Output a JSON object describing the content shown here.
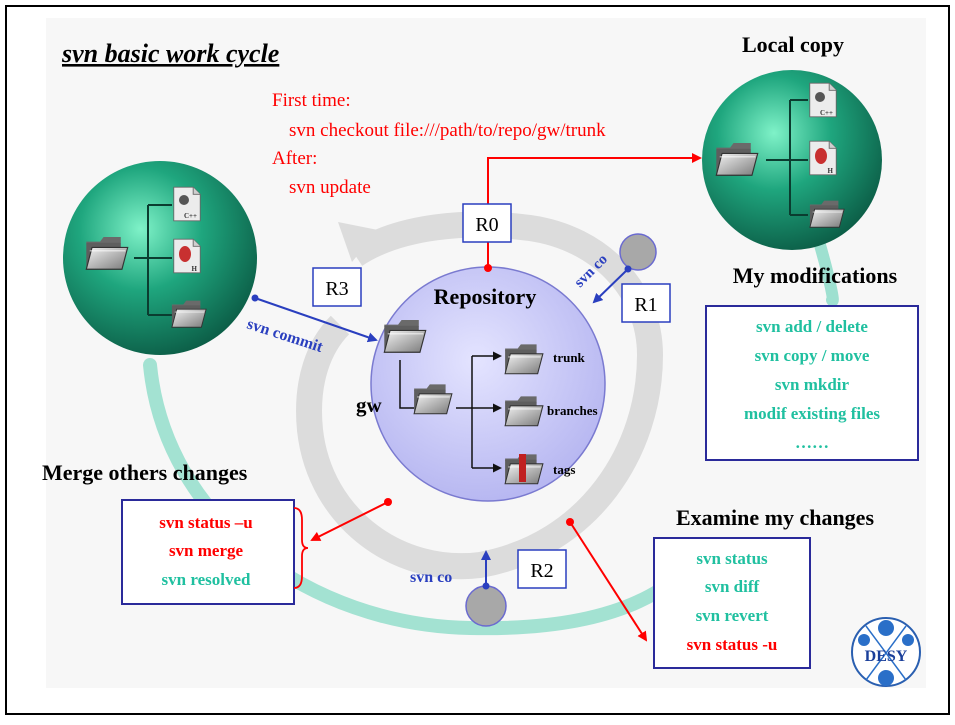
{
  "title": "svn basic work cycle",
  "checkout_note": {
    "line1": "First time:",
    "line2": "svn checkout file:///path/to/repo/gw/trunk",
    "line3": "After:",
    "line4": "svn update"
  },
  "local_copy_label": "Local copy",
  "modifications": {
    "heading": "My modifications",
    "items": [
      "svn add / delete",
      "svn copy / move",
      "svn mkdir",
      "modif existing files",
      "……"
    ]
  },
  "examine": {
    "heading": "Examine my changes",
    "items": [
      "svn status",
      "svn diff",
      "svn revert",
      "svn status -u"
    ]
  },
  "merge": {
    "heading": "Merge others changes",
    "items": [
      "svn status –u",
      "svn merge",
      "svn resolved"
    ]
  },
  "repository": {
    "label": "Repository",
    "root": "gw",
    "children": [
      "trunk",
      "branches",
      "tags"
    ]
  },
  "revisions": {
    "r0": "R0",
    "r1": "R1",
    "r2": "R2",
    "r3": "R3"
  },
  "commands": {
    "svn_co_top": "svn co",
    "svn_co_bottom": "svn co",
    "svn_commit": "svn commit"
  },
  "file_badges": {
    "cpp": "C++",
    "h": "H"
  },
  "logo": "DESY",
  "colors": {
    "red": "#ff0000",
    "green_text": "#20c0a0",
    "navy": "#2a2a9a",
    "repo_fill": "#c8c8f8",
    "ring": "#9ee0d0"
  }
}
